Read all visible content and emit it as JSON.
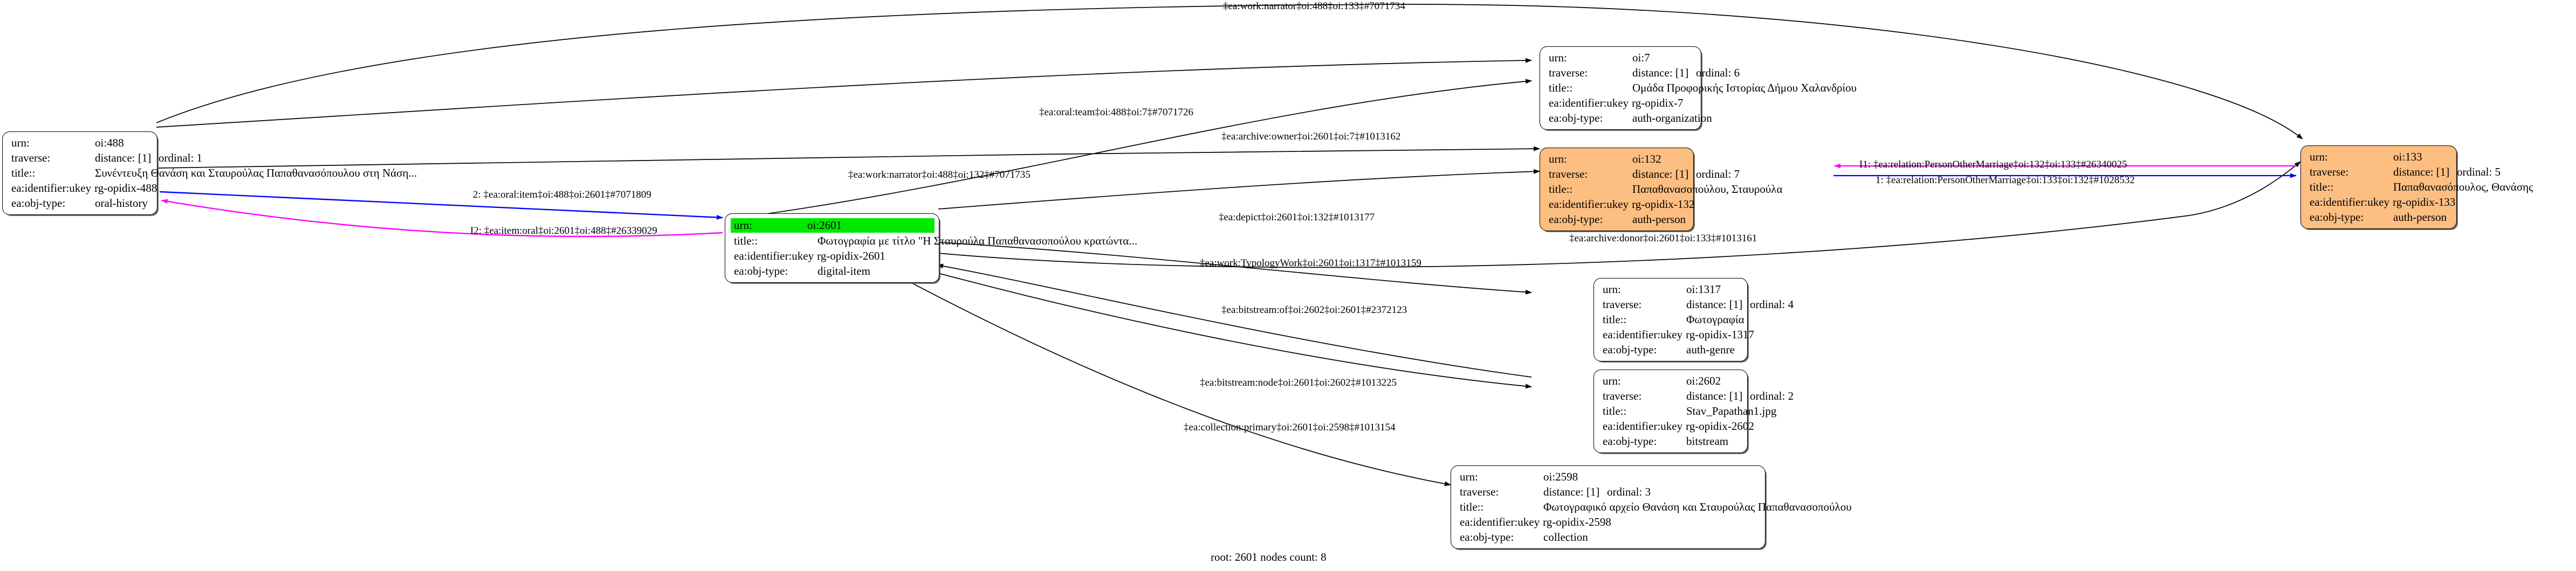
{
  "graph": {
    "caption": "root: 2601 nodes count: 8",
    "colors": {
      "node_default_fill": "#ffffff",
      "node_auth_fill": "#fcbe81",
      "highlight_fill": "#00e800",
      "edge_default": "#000000",
      "edge_outgoing": "#0000ff",
      "edge_incoming": "#ff00ff",
      "border": "#000000"
    },
    "field_labels": {
      "urn": "urn:",
      "traverse": "traverse:",
      "title": "title::",
      "ukey": "ea:identifier:ukey",
      "objtype": "ea:obj-type:",
      "distance": "distance: [1]",
      "ordinal_prefix": "ordinal:"
    }
  },
  "nodes": [
    {
      "id": "oi488",
      "urn": "oi:488",
      "distance": "distance: [1]",
      "ordinal": "ordinal: 1",
      "title": "Συνέντευξη Θανάση και Σταυρούλας Παπαθανασόπουλου στη Νάση...",
      "ukey": "rg-opidix-488",
      "objtype": "oral-history",
      "fill": "#ffffff",
      "highlighted": false
    },
    {
      "id": "oi2601",
      "urn": "oi:2601",
      "distance": "",
      "ordinal": "",
      "title": "Φωτογραφία με τίτλο \"Η Σταυρούλα Παπαθανασοπούλου κρατώντα...",
      "ukey": "rg-opidix-2601",
      "objtype": "digital-item",
      "fill": "#ffffff",
      "highlighted": true
    },
    {
      "id": "oi7",
      "urn": "oi:7",
      "distance": "distance: [1]",
      "ordinal": "ordinal: 6",
      "title": "Ομάδα Προφορικής Ιστορίας Δήμου Χαλανδρίου",
      "ukey": "rg-opidix-7",
      "objtype": "auth-organization",
      "fill": "#ffffff",
      "highlighted": false
    },
    {
      "id": "oi132",
      "urn": "oi:132",
      "distance": "distance: [1]",
      "ordinal": "ordinal: 7",
      "title": "Παπαθανασοπούλου, Σταυρούλα",
      "ukey": "rg-opidix-132",
      "objtype": "auth-person",
      "fill": "#fcbe81",
      "highlighted": false
    },
    {
      "id": "oi133",
      "urn": "oi:133",
      "distance": "distance: [1]",
      "ordinal": "ordinal: 5",
      "title": "Παπαθανασόπουλος, Θανάσης",
      "ukey": "rg-opidix-133",
      "objtype": "auth-person",
      "fill": "#fcbe81",
      "highlighted": false
    },
    {
      "id": "oi1317",
      "urn": "oi:1317",
      "distance": "distance: [1]",
      "ordinal": "ordinal: 4",
      "title": "Φωτογραφία",
      "ukey": "rg-opidix-1317",
      "objtype": "auth-genre",
      "fill": "#ffffff",
      "highlighted": false
    },
    {
      "id": "oi2602",
      "urn": "oi:2602",
      "distance": "distance: [1]",
      "ordinal": "ordinal: 2",
      "title": "Stav_Papathan1.jpg",
      "ukey": "rg-opidix-2602",
      "objtype": "bitstream",
      "fill": "#ffffff",
      "highlighted": false
    },
    {
      "id": "oi2598",
      "urn": "oi:2598",
      "distance": "distance: [1]",
      "ordinal": "ordinal: 3",
      "title": "Φωτογραφικό αρχείο Θανάση και Σταυρούλας Παπαθανασοπούλου",
      "ukey": "rg-opidix-2598",
      "objtype": "collection",
      "fill": "#ffffff",
      "highlighted": false
    }
  ],
  "edges": [
    {
      "id": "e1",
      "label": "‡ea:work:narrator‡oi:488‡oi:133‡#7071734"
    },
    {
      "id": "e2",
      "label": "‡ea:oral:team‡oi:488‡oi:7‡#7071726"
    },
    {
      "id": "e3",
      "label": "‡ea:archive:owner‡oi:2601‡oi:7‡#1013162"
    },
    {
      "id": "e4",
      "label": "‡ea:work:narrator‡oi:488‡oi:132‡#7071735"
    },
    {
      "id": "e5",
      "label": "2: ‡ea:oral:item‡oi:488‡oi:2601‡#7071809"
    },
    {
      "id": "e6",
      "label": "I2: ‡ea:item:oral‡oi:2601‡oi:488‡#26339029"
    },
    {
      "id": "e7",
      "label": "‡ea:depict‡oi:2601‡oi:132‡#1013177"
    },
    {
      "id": "e8",
      "label": "‡ea:archive:donor‡oi:2601‡oi:133‡#1013161"
    },
    {
      "id": "e9",
      "label": "‡ea:work:TypologyWork‡oi:2601‡oi:1317‡#1013159"
    },
    {
      "id": "e10",
      "label": "‡ea:bitstream:of‡oi:2602‡oi:2601‡#2372123"
    },
    {
      "id": "e11",
      "label": "‡ea:bitstream:node‡oi:2601‡oi:2602‡#1013225"
    },
    {
      "id": "e12",
      "label": "‡ea:collection:primary‡oi:2601‡oi:2598‡#1013154"
    },
    {
      "id": "e13",
      "label": "I1: ‡ea:relation:PersonOtherMarriage‡oi:132‡oi:133‡#26340025"
    },
    {
      "id": "e14",
      "label": "1: ‡ea:relation:PersonOtherMarriage‡oi:133‡oi:132‡#1028532"
    }
  ]
}
